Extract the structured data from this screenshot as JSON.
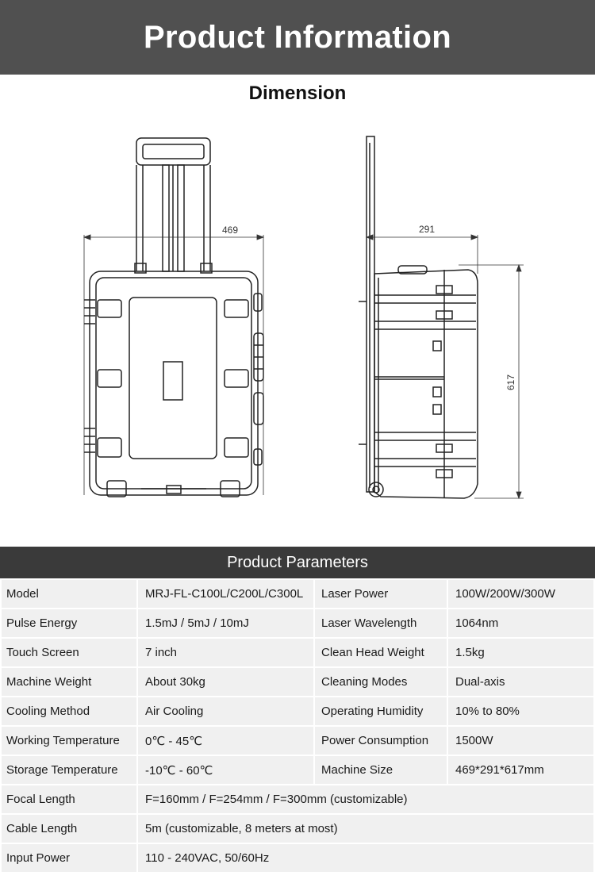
{
  "header": {
    "title": "Product Information"
  },
  "dimension": {
    "title": "Dimension",
    "width_label": "469",
    "depth_label": "291",
    "height_label": "617"
  },
  "parameters": {
    "title": "Product Parameters",
    "rows": [
      {
        "k1": "Model",
        "v1": "MRJ-FL-C100L/C200L/C300L",
        "k2": "Laser Power",
        "v2": "100W/200W/300W"
      },
      {
        "k1": "Pulse Energy",
        "v1": "1.5mJ / 5mJ / 10mJ",
        "k2": "Laser Wavelength",
        "v2": "1064nm"
      },
      {
        "k1": "Touch Screen",
        "v1": "7 inch",
        "k2": "Clean Head Weight",
        "v2": "1.5kg"
      },
      {
        "k1": "Machine Weight",
        "v1": "About 30kg",
        "k2": "Cleaning Modes",
        "v2": "Dual-axis"
      },
      {
        "k1": "Cooling Method",
        "v1": "Air Cooling",
        "k2": "Operating Humidity",
        "v2": "10% to 80%"
      },
      {
        "k1": "Working Temperature",
        "v1": "0℃ - 45℃",
        "k2": "Power Consumption",
        "v2": "1500W"
      },
      {
        "k1": "Storage Temperature",
        "v1": "-10℃ - 60℃",
        "k2": "Machine Size",
        "v2": "469*291*617mm"
      },
      {
        "k1": "Focal Length",
        "v1": "F=160mm / F=254mm / F=300mm (customizable)"
      },
      {
        "k1": "Cable Length",
        "v1": "5m (customizable, 8 meters at most)"
      },
      {
        "k1": "Input Power",
        "v1": "110 - 240VAC, 50/60Hz"
      }
    ]
  }
}
